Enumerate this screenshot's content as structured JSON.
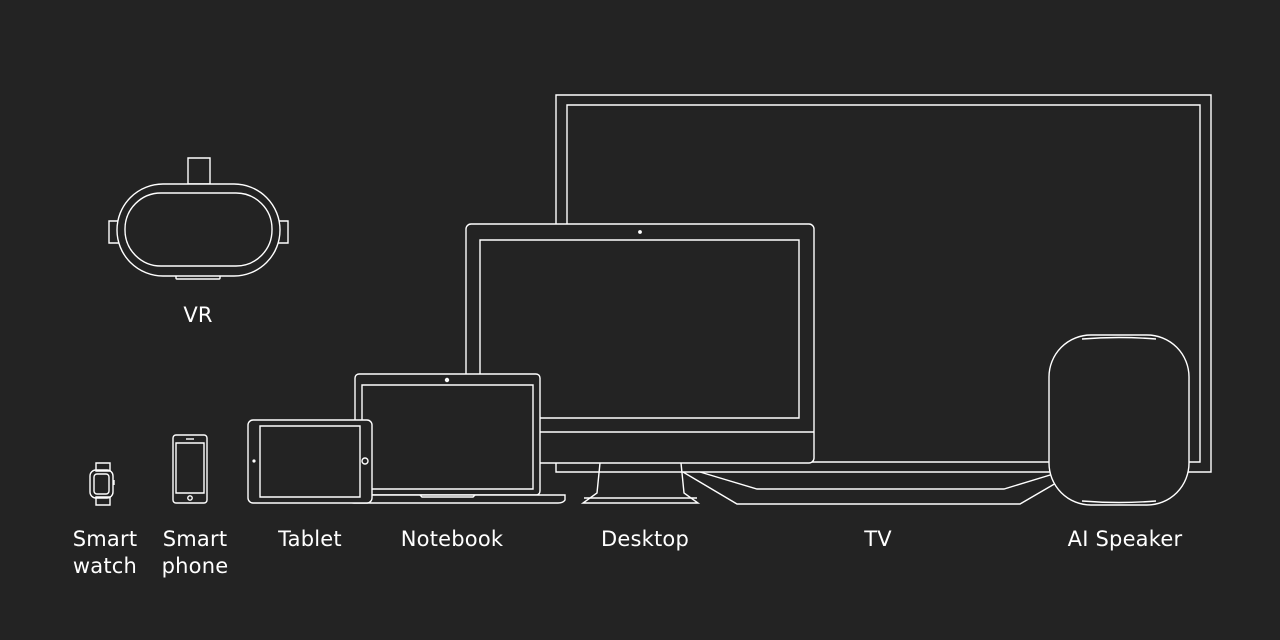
{
  "background_color": "#232323",
  "stroke_color": "#ffffff",
  "devices": {
    "vr": {
      "label": "VR",
      "icon": "vr-headset-icon"
    },
    "smartwatch": {
      "label": "Smart\nwatch",
      "icon": "smartwatch-icon"
    },
    "smartphone": {
      "label": "Smart\nphone",
      "icon": "smartphone-icon"
    },
    "tablet": {
      "label": "Tablet",
      "icon": "tablet-icon"
    },
    "notebook": {
      "label": "Notebook",
      "icon": "laptop-icon"
    },
    "desktop": {
      "label": "Desktop",
      "icon": "desktop-monitor-icon"
    },
    "tv": {
      "label": "TV",
      "icon": "tv-icon"
    },
    "ai_speaker": {
      "label": "AI Speaker",
      "icon": "smart-speaker-icon"
    }
  }
}
